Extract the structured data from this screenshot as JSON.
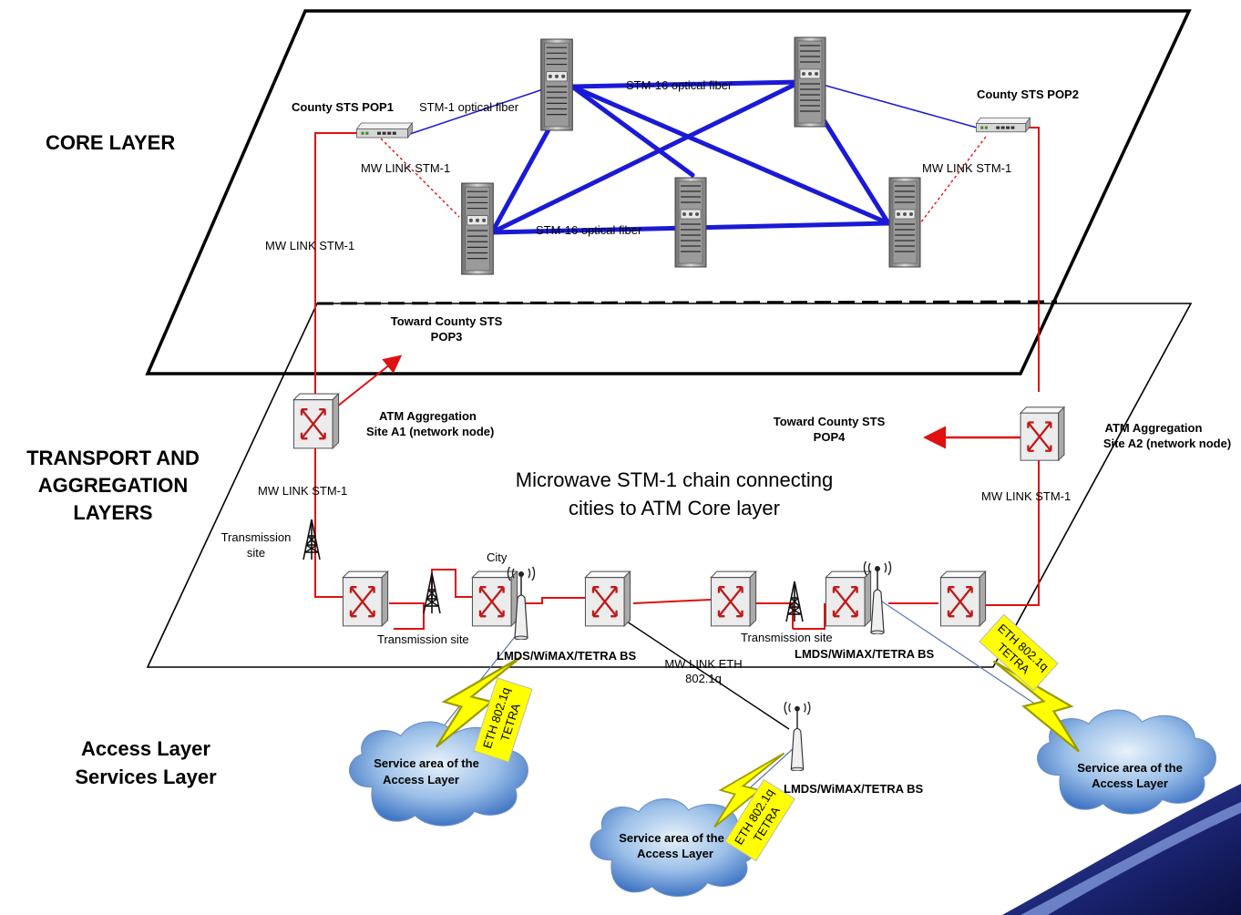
{
  "layers": {
    "core": "CORE LAYER",
    "transport_line1": "TRANSPORT AND",
    "transport_line2": "AGGREGATION",
    "transport_line3": "LAYERS",
    "access_line1": "Access Layer",
    "access_line2": "Services Layer"
  },
  "core": {
    "pop1": "County STS POP1",
    "pop2": "County STS POP2",
    "stm1_fiber": "STM-1 optical fiber",
    "stm16_fiber_top": "STM-16 optical fiber",
    "stm16_fiber_mid": "STM-16 optical fiber",
    "mw_link_left": "MW LINK STM-1",
    "mw_link_right": "MW LINK STM-1",
    "mw_link_vertical": "MW LINK STM-1"
  },
  "transport": {
    "toward_pop3_line1": "Toward County STS",
    "toward_pop3_line2": "POP3",
    "toward_pop4_line1": "Toward County STS",
    "toward_pop4_line2": "POP4",
    "atm_a1_line1": "ATM Aggregation",
    "atm_a1_line2": "Site A1 (network node)",
    "atm_a2_line1": "ATM Aggregation",
    "atm_a2_line2": "Site A2 (network node)",
    "mw_link_a1": "MW LINK STM-1",
    "mw_link_a2": "MW LINK STM-1",
    "microwave_line1": "Microwave STM-1 chain connecting",
    "microwave_line2": "cities to ATM Core layer",
    "transmission_site_left_line1": "Transmission",
    "transmission_site_left_line2": "site",
    "transmission_site_mid": "Transmission site",
    "transmission_site_right": "Transmission site",
    "city": "City",
    "bs_left": "LMDS/WiMAX/TETRA BS",
    "bs_right": "LMDS/WiMAX/TETRA BS",
    "bs_bottom": "LMDS/WiMAX/TETRA BS",
    "mw_eth_line1": "MW LINK ETH",
    "mw_eth_line2": "802.1q"
  },
  "access": {
    "service_area_line1": "Service area of the",
    "service_area_line2": "Access Layer",
    "eth_line1": "ETH 802.1q",
    "eth_line2": "TETRA"
  },
  "colors": {
    "fiber": "#1a1ad6",
    "mw_link": "#e01010",
    "lightning": "#ffff00",
    "cloud": "#5a8ed6"
  }
}
